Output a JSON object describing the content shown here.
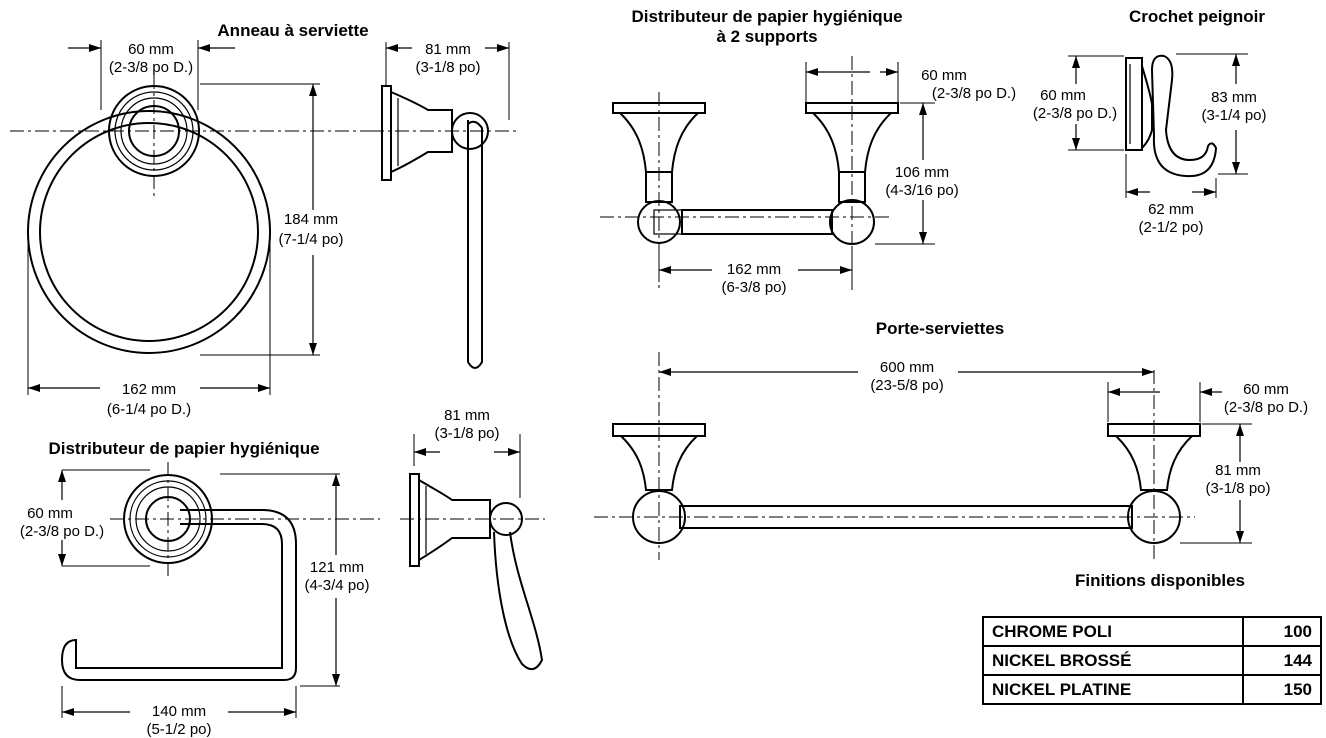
{
  "titles": {
    "towel_ring": "Anneau à serviette",
    "tp_holder": "Distributeur de papier hygiénique",
    "tp_holder_2post_line1": "Distributeur de papier hygiénique",
    "tp_holder_2post_line2": "à 2 supports",
    "robe_hook": "Crochet peignoir",
    "towel_bar": "Porte-serviettes",
    "finishes": "Finitions disponibles"
  },
  "dimensions": {
    "ring_width": [
      "60 mm",
      "(2-3/8 po D.)"
    ],
    "ring_projection": [
      "81 mm",
      "(3-1/8 po)"
    ],
    "ring_height": [
      "184 mm",
      "(7-1/4 po)"
    ],
    "ring_diameter": [
      "162 mm",
      "(6-1/4 po D.)"
    ],
    "tp_projection": [
      "81 mm",
      "(3-1/8 po)"
    ],
    "tp_base": [
      "60 mm",
      "(2-3/8 po D.)"
    ],
    "tp_height": [
      "121 mm",
      "(4-3/4 po)"
    ],
    "tp_width": [
      "140 mm",
      "(5-1/2 po)"
    ],
    "tp2_base": [
      "60 mm",
      "(2-3/8 po D.)"
    ],
    "tp2_height": [
      "106 mm",
      "(4-3/16 po)"
    ],
    "tp2_width": [
      "162 mm",
      "(6-3/8 po)"
    ],
    "hook_base": [
      "60 mm",
      "(2-3/8 po D.)"
    ],
    "hook_height": [
      "83 mm",
      "(3-1/4 po)"
    ],
    "hook_projection": [
      "62 mm",
      "(2-1/2 po)"
    ],
    "bar_length": [
      "600 mm",
      "(23-5/8 po)"
    ],
    "bar_base": [
      "60 mm",
      "(2-3/8 po D.)"
    ],
    "bar_projection": [
      "81 mm",
      "(3-1/8 po)"
    ]
  },
  "finishes": [
    {
      "name": "CHROME POLI",
      "code": "100"
    },
    {
      "name": "NICKEL BROSSÉ",
      "code": "144"
    },
    {
      "name": "NICKEL PLATINE",
      "code": "150"
    }
  ]
}
